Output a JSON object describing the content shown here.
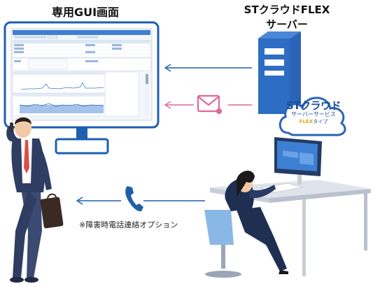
{
  "gui_title": "専用GUI画面",
  "server_title_line1": "STクラウドFLEX",
  "server_title_line2": "サーバー",
  "badge": {
    "line1": "STクラウド",
    "line2": "サーバーサービス",
    "line3_flex": "FLEX",
    "line3_type": "タイプ"
  },
  "option_note": "※障害時電話連絡オプション",
  "icons": [
    "monitor-icon",
    "server-icon",
    "mail-icon",
    "phone-icon",
    "cloud-badge-icon",
    "person-on-phone-icon",
    "operator-at-desk-icon"
  ],
  "colors": {
    "arrow_blue": "#1f5fa8",
    "arrow_pink": "#e0679a",
    "server_blue": "#2d6dc4",
    "monitor_frame": "#1e5fb0"
  }
}
